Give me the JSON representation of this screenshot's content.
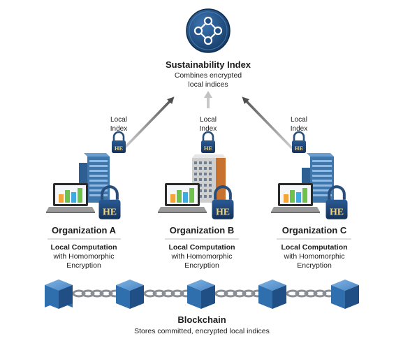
{
  "hub": {
    "icon": "network-nodes-icon",
    "title": "Sustainability Index",
    "subtitle_line1": "Combines encrypted",
    "subtitle_line2": "local indices"
  },
  "flows": [
    {
      "label_line1": "Local",
      "label_line2": "Index",
      "badge": "HE"
    },
    {
      "label_line1": "Local",
      "label_line2": "Index",
      "badge": "HE"
    },
    {
      "label_line1": "Local",
      "label_line2": "Index",
      "badge": "HE"
    }
  ],
  "organizations": [
    {
      "name": "Organization A",
      "computation_title": "Local Computation",
      "computation_line1": "with Homomorphic",
      "computation_line2": "Encryption",
      "badge": "HE",
      "building_color": "#3f77ad"
    },
    {
      "name": "Organization B",
      "computation_title": "Local Computation",
      "computation_line1": "with Homomorphic",
      "computation_line2": "Encryption",
      "badge": "HE",
      "building_color": "#c9c9c9"
    },
    {
      "name": "Organization C",
      "computation_title": "Local Computation",
      "computation_line1": "with Homomorphic",
      "computation_line2": "Encryption",
      "badge": "HE",
      "building_color": "#3f77ad"
    }
  ],
  "blockchain": {
    "title": "Blockchain",
    "subtitle": "Stores committed, encrypted local indices",
    "block_count": 5
  },
  "colors": {
    "hub_blue": "#1f4e84",
    "block_blue": "#2f6fae",
    "lock_blue": "#1d3e6b",
    "he_gold": "#f1d27a",
    "chart_bars": [
      "#f2a33a",
      "#6cc24a",
      "#3fa9e0"
    ]
  }
}
